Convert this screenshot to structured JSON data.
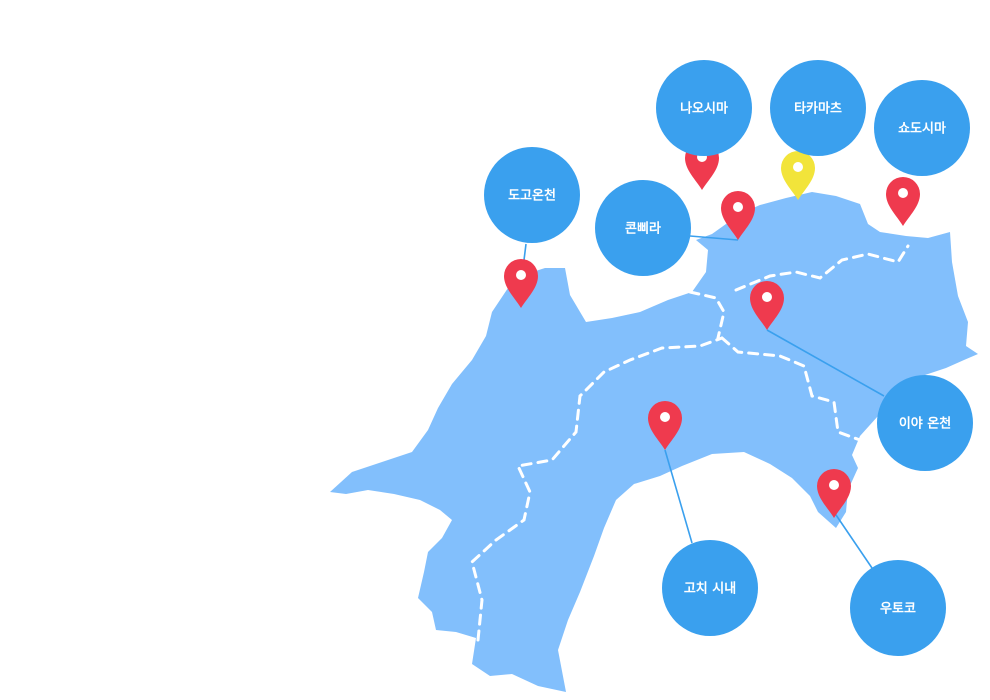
{
  "colors": {
    "land": "#82bffc",
    "border": "#ffffff",
    "bubble": "#3aa0ee",
    "pin_default": "#ef3a4e",
    "pin_highlight": "#f2e43a"
  },
  "places": [
    {
      "id": "naoshima",
      "label": "나오시마",
      "pin": "red",
      "icon": "map-pin-icon"
    },
    {
      "id": "takamatsu",
      "label": "타카마츠",
      "pin": "yellow",
      "icon": "map-pin-icon"
    },
    {
      "id": "shodoshima",
      "label": "쇼도시마",
      "pin": "red",
      "icon": "map-pin-icon"
    },
    {
      "id": "dogo-onsen",
      "label": "도고온천",
      "pin": "red",
      "icon": "map-pin-icon"
    },
    {
      "id": "konpira",
      "label": "콘삐라",
      "pin": "red",
      "icon": "map-pin-icon"
    },
    {
      "id": "iya-onsen",
      "label": "이야 온천",
      "pin": "red",
      "icon": "map-pin-icon"
    },
    {
      "id": "kochi-city",
      "label": "고치 시내",
      "pin": "red",
      "icon": "map-pin-icon"
    },
    {
      "id": "utoko",
      "label": "우토코",
      "pin": "red",
      "icon": "map-pin-icon"
    }
  ]
}
